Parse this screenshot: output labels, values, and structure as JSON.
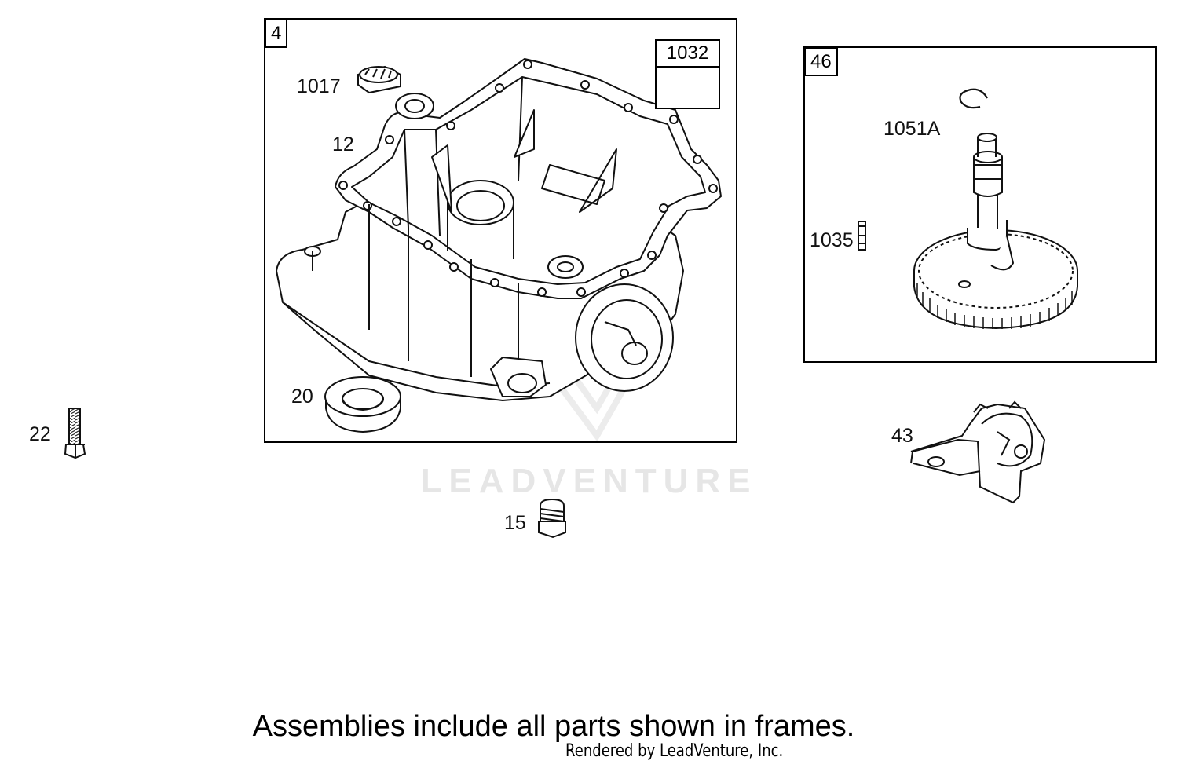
{
  "frames": {
    "sump": {
      "number": "4"
    },
    "camshaft": {
      "number": "46"
    }
  },
  "kit": {
    "number": "1032"
  },
  "callouts": {
    "plug_1017": "1017",
    "gasket_12": "12",
    "seal_20": "20",
    "bolt_22": "22",
    "plug_15": "15",
    "ring_1051a": "1051A",
    "pin_1035": "1035",
    "governor_43": "43"
  },
  "watermark": "LEADVENTURE",
  "note": "Assemblies include all parts shown in frames.",
  "credit": "Rendered by LeadVenture, Inc."
}
